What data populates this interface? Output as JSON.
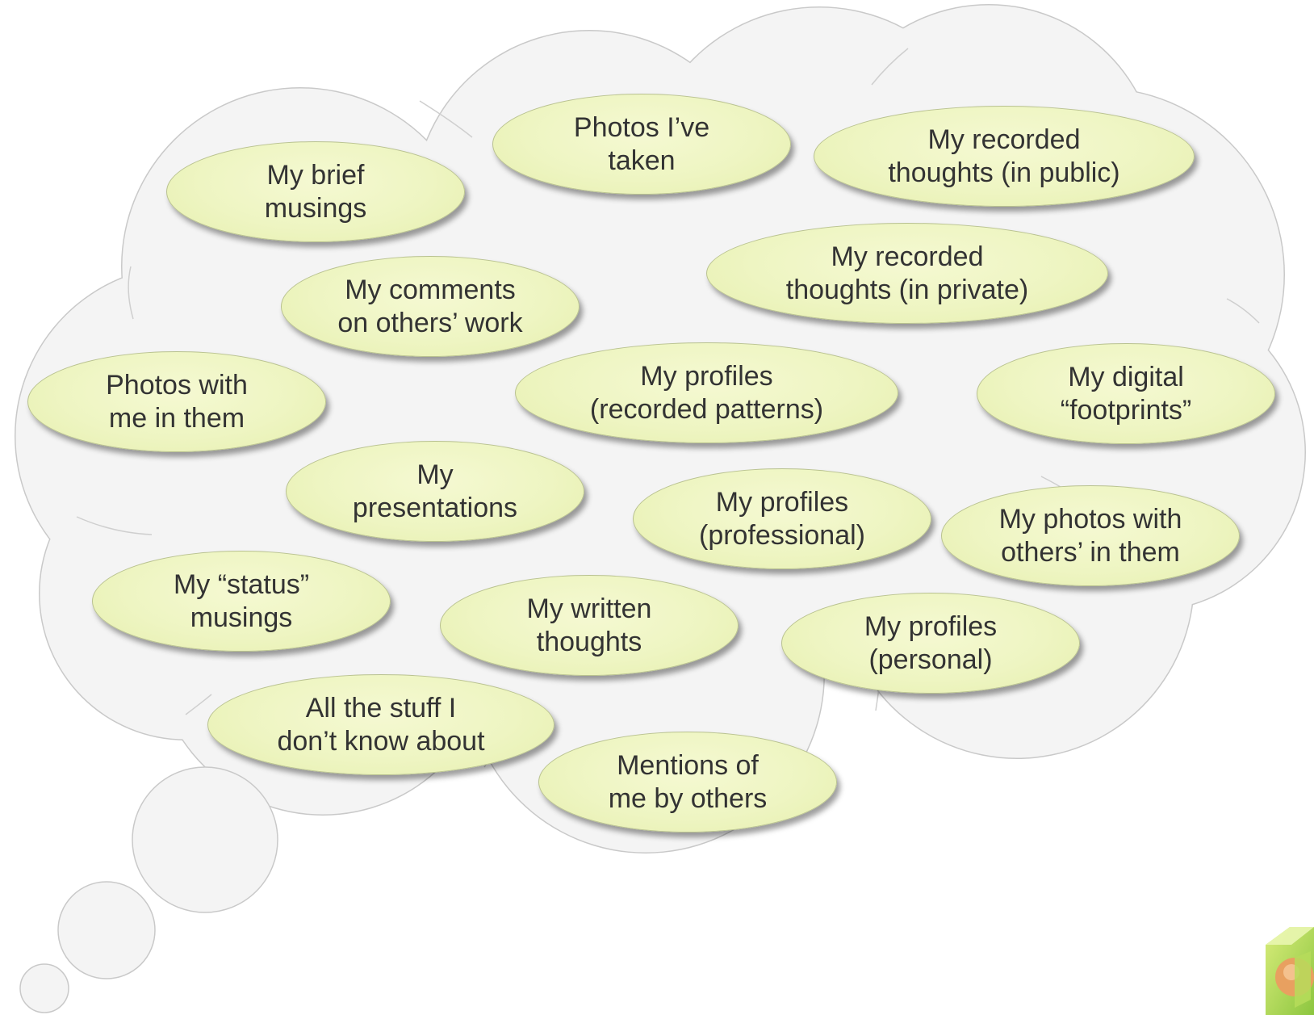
{
  "diagram": {
    "type": "thought-bubble",
    "colors": {
      "cloud_fill": "#f4f4f4",
      "cloud_stroke": "#c9c9c9",
      "bubble_fill": "#eef5c2",
      "bubble_stroke": "#b9c290",
      "text": "#333333"
    },
    "bubbles": [
      {
        "id": "brief-musings",
        "text": "My brief\nmusings"
      },
      {
        "id": "photos-taken",
        "text": "Photos I’ve\ntaken"
      },
      {
        "id": "recorded-public",
        "text": "My recorded\nthoughts (in public)"
      },
      {
        "id": "recorded-private",
        "text": "My recorded\nthoughts (in private)"
      },
      {
        "id": "comments",
        "text": "My comments\non others’ work"
      },
      {
        "id": "photos-with-me",
        "text": "Photos with\nme in them"
      },
      {
        "id": "profiles-patterns",
        "text": "My profiles\n(recorded patterns)"
      },
      {
        "id": "digital-footprints",
        "text": "My digital\n“footprints”"
      },
      {
        "id": "presentations",
        "text": "My\npresentations"
      },
      {
        "id": "profiles-professional",
        "text": "My profiles\n(professional)"
      },
      {
        "id": "photos-with-others",
        "text": "My photos with\nothers’ in them"
      },
      {
        "id": "status-musings",
        "text": "My “status”\nmusings"
      },
      {
        "id": "written-thoughts",
        "text": "My written\nthoughts"
      },
      {
        "id": "profiles-personal",
        "text": "My profiles\n(personal)"
      },
      {
        "id": "unknown-stuff",
        "text": "All the stuff I\ndon’t know about"
      },
      {
        "id": "mentions",
        "text": "Mentions of\nme by others"
      }
    ]
  },
  "logo": {
    "icon": "cube-logo-icon"
  }
}
